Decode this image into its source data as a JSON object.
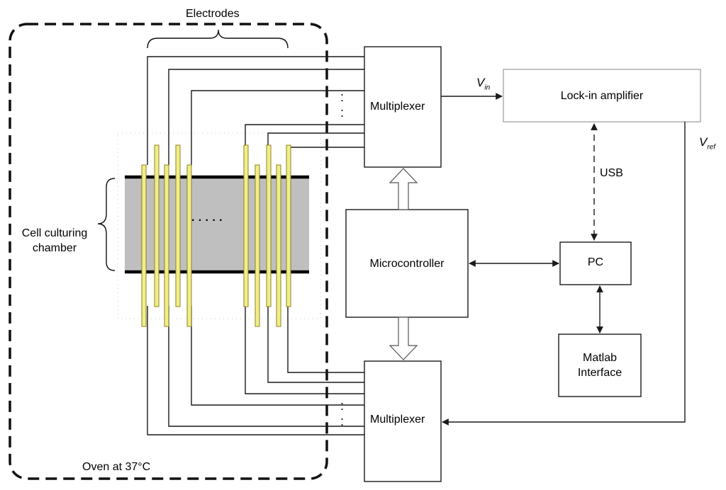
{
  "labels": {
    "electrodes": "Electrodes",
    "chamber": "Cell culturing\nchamber",
    "oven": "Oven at 37°C",
    "mux_top": "Multiplexer",
    "mux_bottom": "Multiplexer",
    "lockin": "Lock-in amplifier",
    "usb": "USB",
    "micro": "Microcontroller",
    "pc": "PC",
    "matlab": "Matlab\nInterface",
    "vin_main": "V",
    "vin_sub": "in",
    "vref_main": "V",
    "vref_sub": "ref",
    "dots_vertical": ":",
    "dots_horizontal": "· · · · ·"
  },
  "colors": {
    "line": "#1a1a1a",
    "chamber_fill": "#bfbfbf",
    "electrode_fill": "#f1ee8a",
    "electrode_stroke": "#8a8420",
    "lockin_border": "#9a9a9a"
  }
}
